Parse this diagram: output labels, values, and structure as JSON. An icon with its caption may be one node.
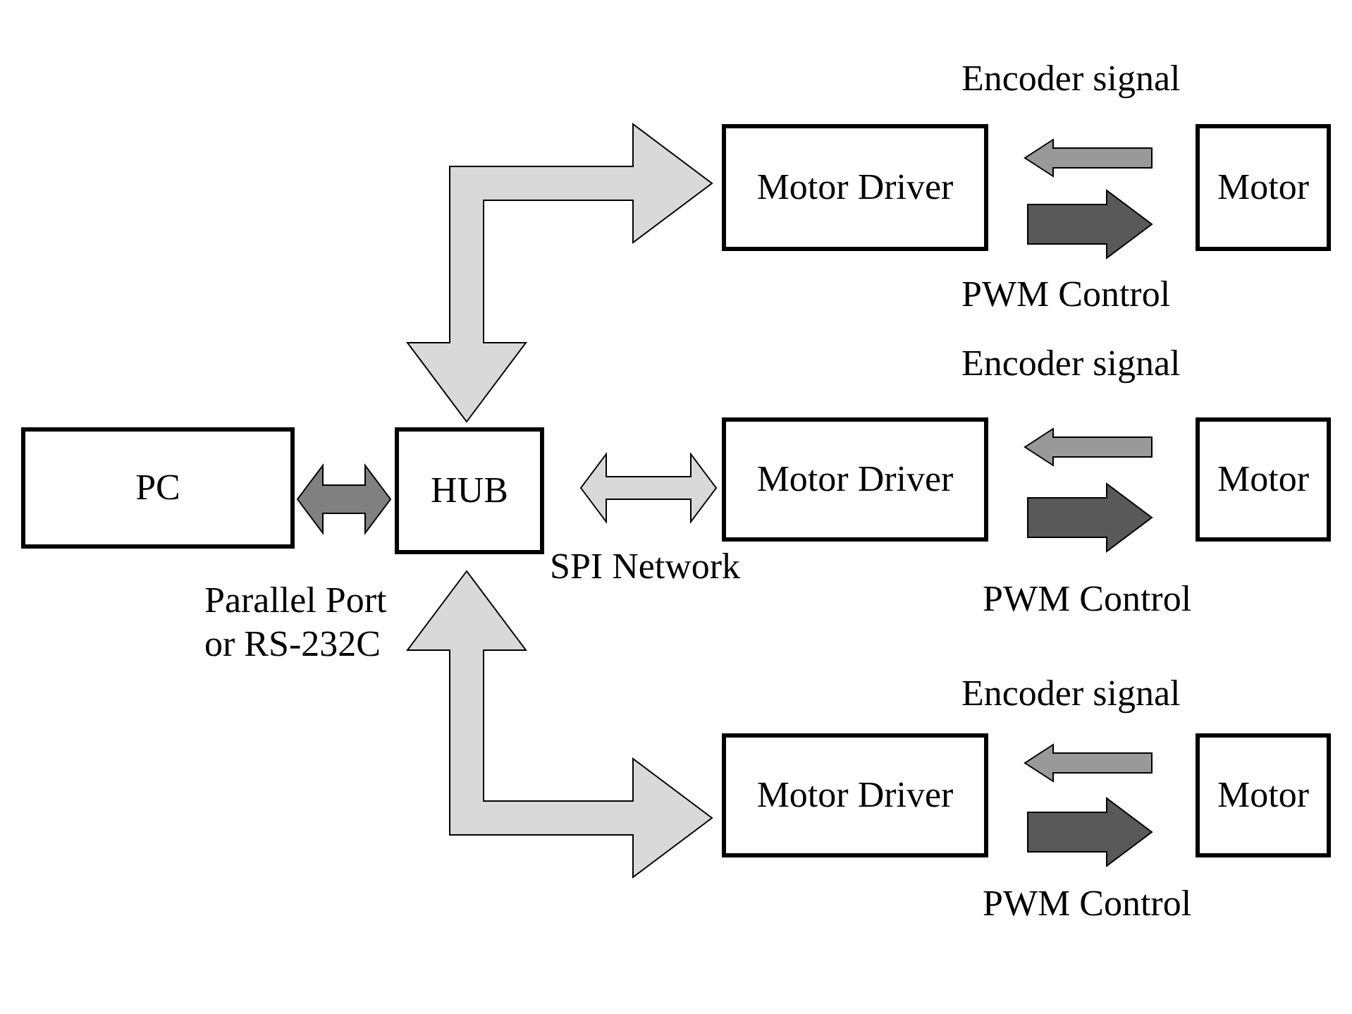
{
  "diagram": {
    "nodes": [
      {
        "text": [
          "PC"
        ]
      },
      {
        "text": [
          "HUB"
        ]
      },
      {
        "text": [
          "Motor Driver"
        ]
      },
      {
        "text": [
          "Motor"
        ]
      },
      {
        "text": [
          "Motor Driver"
        ]
      },
      {
        "text": [
          "Motor"
        ]
      },
      {
        "text": [
          "Motor Driver"
        ]
      },
      {
        "text": [
          "Motor"
        ]
      }
    ],
    "edges": [
      {
        "from": 0,
        "to": 1,
        "arrow": "both",
        "label": "Parallel Port or RS-232C",
        "color": "#808080"
      },
      {
        "from": 1,
        "to": 2,
        "arrow": "both",
        "color": "#d9d9d9"
      },
      {
        "from": 1,
        "to": 4,
        "arrow": "both",
        "label": "SPI Network",
        "color": "#d9d9d9"
      },
      {
        "from": 1,
        "to": 6,
        "arrow": "both",
        "color": "#d9d9d9"
      },
      {
        "from": 3,
        "to": 2,
        "arrow": "to",
        "label": "Encoder signal",
        "color": "#999999"
      },
      {
        "from": 2,
        "to": 3,
        "arrow": "to",
        "label": "PWM Control",
        "color": "#595959"
      },
      {
        "from": 5,
        "to": 4,
        "arrow": "to",
        "label": "Encoder signal",
        "color": "#999999"
      },
      {
        "from": 4,
        "to": 5,
        "arrow": "to",
        "label": "PWM Control",
        "color": "#595959"
      },
      {
        "from": 7,
        "to": 6,
        "arrow": "to",
        "label": "Encoder signal",
        "color": "#999999"
      },
      {
        "from": 6,
        "to": 7,
        "arrow": "to",
        "label": "PWM Control",
        "color": "#595959"
      }
    ]
  }
}
